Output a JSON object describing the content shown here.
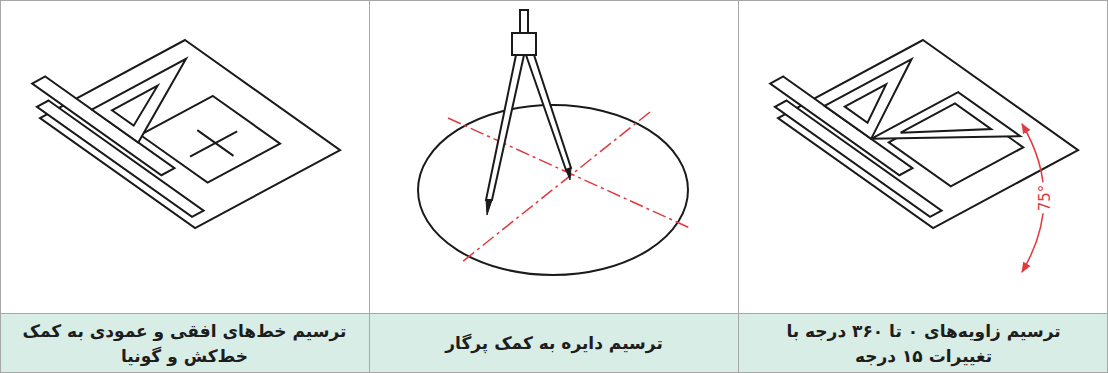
{
  "diagram": {
    "labels": [
      "ترسیم زاویه‌های ۰ تا ۳۶۰ درجه با تغییرات ۱۵ درجه",
      "ترسیم دایره به کمک پرگار",
      "ترسیم خط‌های افقی و عمودی به کمک خط‌کش و گونیا",
      "75°"
    ]
  }
}
